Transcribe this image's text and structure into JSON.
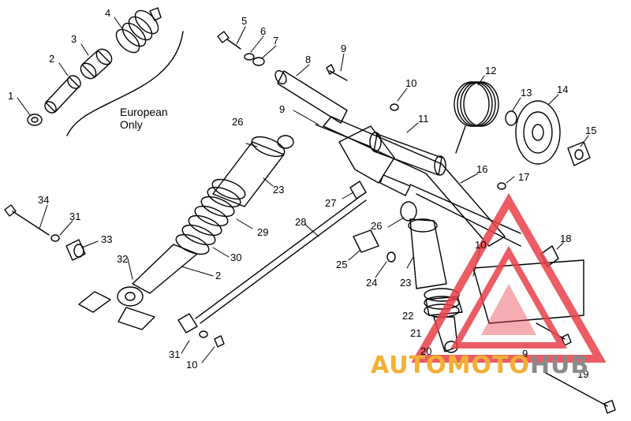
{
  "diagram": {
    "note_line1": "European",
    "note_line2": "Only",
    "callouts": {
      "c1": "1",
      "c2": "2",
      "c3": "3",
      "c4": "4",
      "c5": "5",
      "c6": "6",
      "c7": "7",
      "c8": "8",
      "c9a": "9",
      "c9b": "9",
      "c9c": "9",
      "c10a": "10",
      "c10b": "10",
      "c10c": "10",
      "c11": "11",
      "c12": "12",
      "c13": "13",
      "c14": "14",
      "c15": "15",
      "c16": "16",
      "c17": "17",
      "c18": "18",
      "c19": "19",
      "c20": "20",
      "c21": "21",
      "c22": "22",
      "c23a": "23",
      "c23b": "23",
      "c24": "24",
      "c25": "25",
      "c26a": "26",
      "c26b": "26",
      "c27": "27",
      "c28": "28",
      "c29": "29",
      "c2b": "2",
      "c30": "30",
      "c31a": "31",
      "c31b": "31",
      "c32": "32",
      "c33": "33",
      "c34": "34"
    }
  },
  "watermark": {
    "part1": "AUTOMOTO",
    "part2": "HUB",
    "color_main": "#f2b035",
    "color_hub": "#8a8a8a",
    "logo_color": "#e8404a"
  }
}
